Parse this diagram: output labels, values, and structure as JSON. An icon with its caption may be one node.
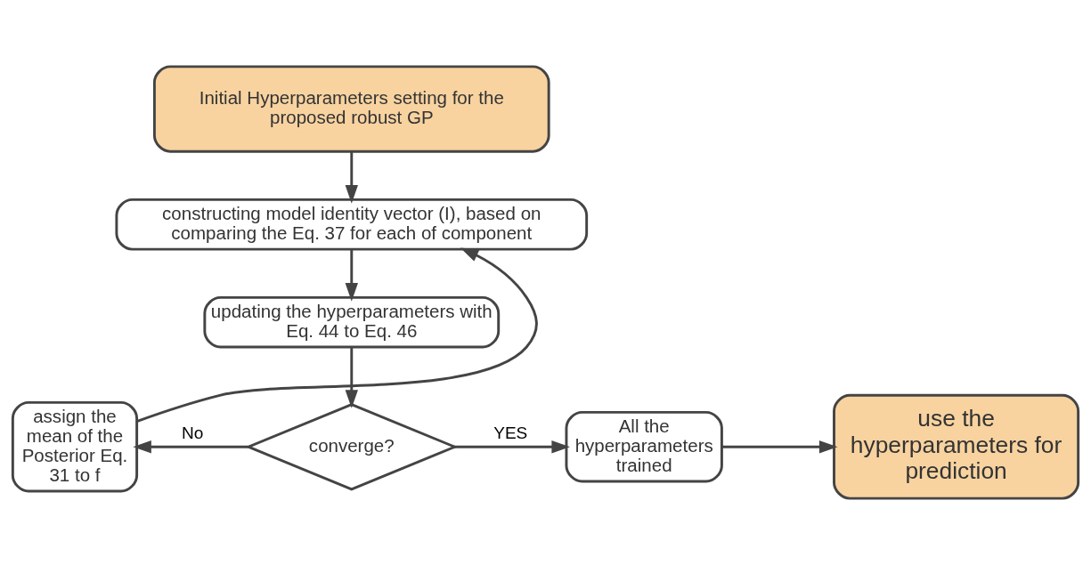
{
  "diagram": {
    "nodes": [
      {
        "text": [
          "Initial Hyperparameters setting for the proposed robust GP"
        ]
      },
      {
        "text": [
          "constructing model identity vector (I), based on comparing the Eq. 37 for each of component"
        ]
      },
      {
        "text": [
          "updating the hyperparameters with Eq. 44 to Eq. 46"
        ]
      },
      {
        "text": [
          "converge?"
        ]
      },
      {
        "text": [
          "assign the mean of the Posterior Eq. 31 to f"
        ]
      },
      {
        "text": [
          "All the hyperparameters trained"
        ]
      },
      {
        "text": [
          "use the hyperparameters for prediction"
        ]
      }
    ],
    "edges": [
      {
        "from": 0,
        "to": 1,
        "arrow": "to"
      },
      {
        "from": 1,
        "to": 2,
        "arrow": "to"
      },
      {
        "from": 2,
        "to": 3,
        "arrow": "to"
      },
      {
        "from": 3,
        "to": 4,
        "arrow": "to",
        "label": "No"
      },
      {
        "from": 4,
        "to": 1,
        "arrow": "to"
      },
      {
        "from": 3,
        "to": 5,
        "arrow": "to",
        "label": "YES"
      },
      {
        "from": 5,
        "to": 6,
        "arrow": "to"
      }
    ]
  }
}
